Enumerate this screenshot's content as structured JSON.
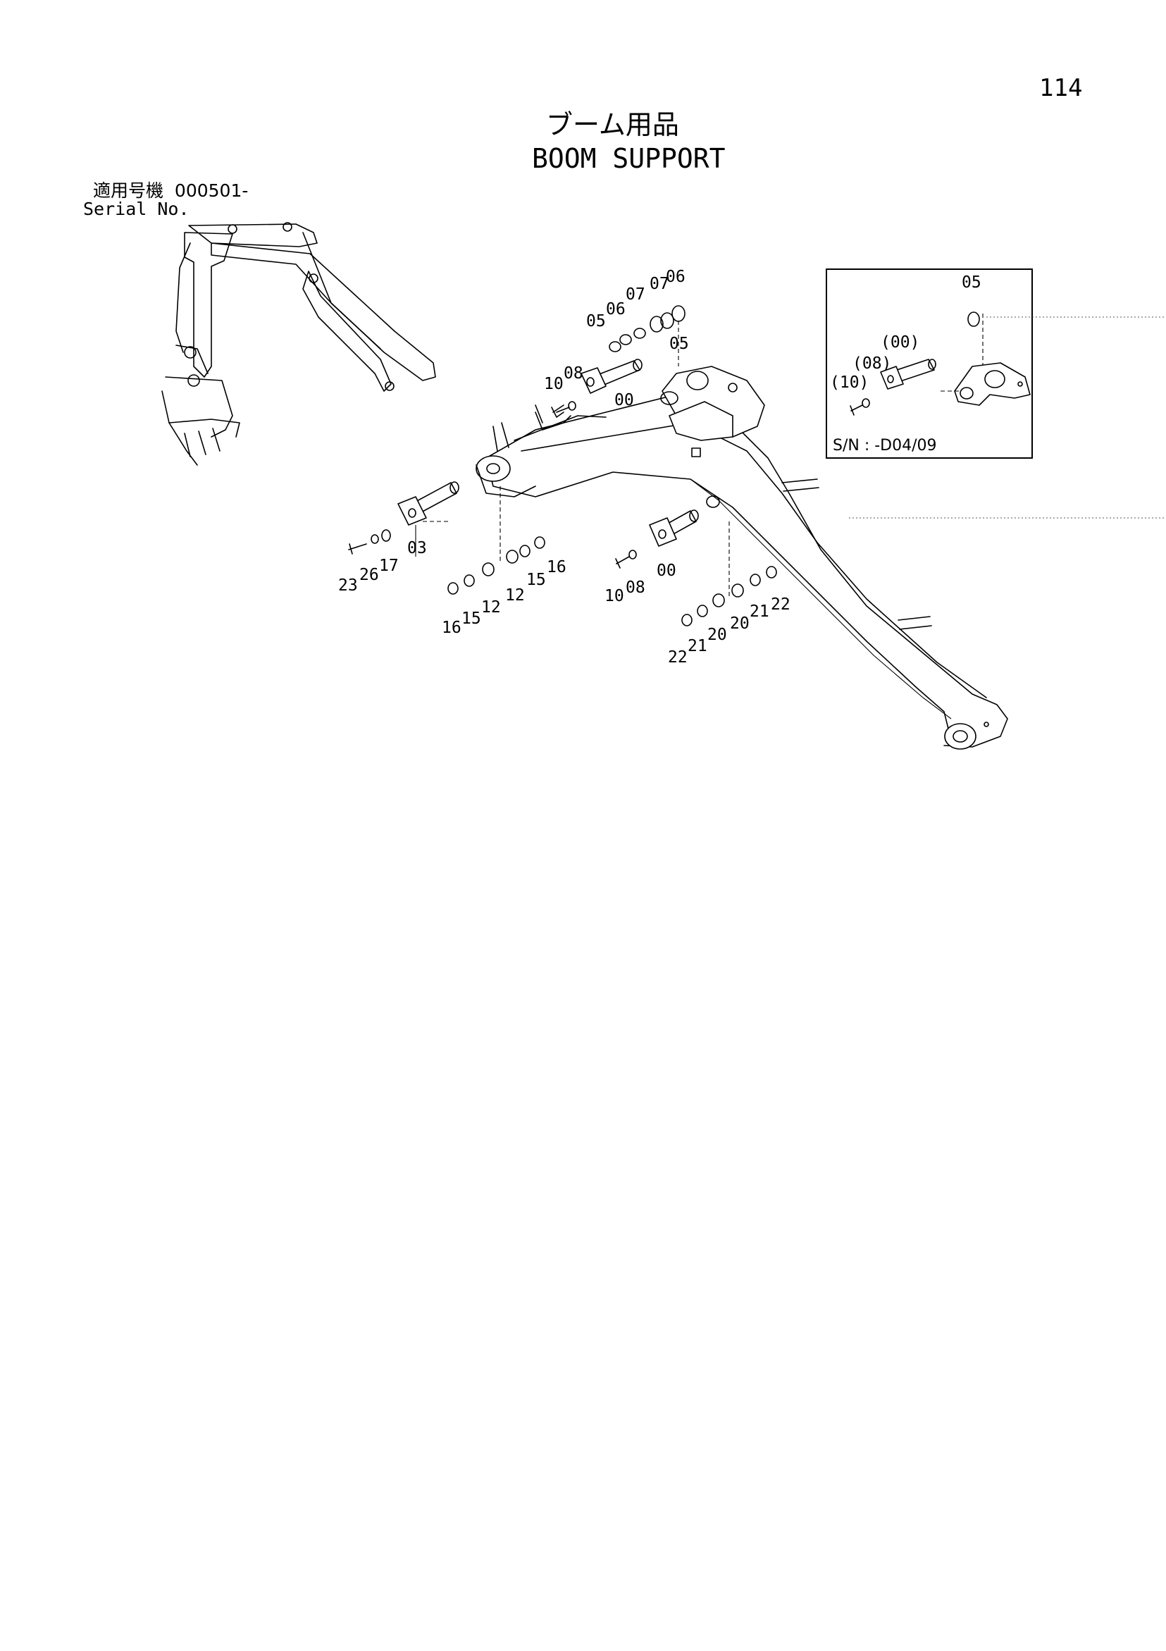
{
  "header": {
    "page_number": "114",
    "title_jp": "ブーム用品",
    "title_en": "BOOM SUPPORT",
    "serial_label_jp": "適用号機",
    "serial_value": "000501-",
    "serial_label_en": "Serial No."
  },
  "inset": {
    "note": "S/N : -D04/09",
    "callouts": [
      "05",
      "(00)",
      "(08)",
      "(10)"
    ]
  },
  "callouts": [
    "06",
    "07",
    "07",
    "06",
    "05",
    "05",
    "10",
    "08",
    "00",
    "03",
    "17",
    "26",
    "23",
    "16",
    "15",
    "12",
    "12",
    "15",
    "16",
    "10",
    "08",
    "00",
    "22",
    "21",
    "20",
    "20",
    "21",
    "22"
  ]
}
